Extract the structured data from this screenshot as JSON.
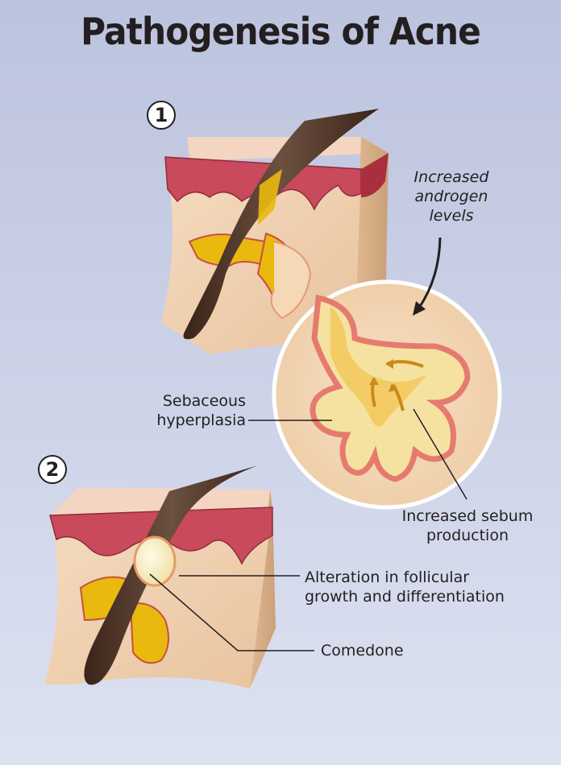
{
  "title": "Pathogenesis of Acne",
  "steps": [
    {
      "number": "1"
    },
    {
      "number": "2"
    }
  ],
  "labels": {
    "androgen": [
      "Increased",
      "androgen",
      "levels"
    ],
    "hyperplasia": [
      "Sebaceous",
      "hyperplasia"
    ],
    "sebum": [
      "Increased sebum",
      "production"
    ],
    "alteration": [
      "Alteration in follicular",
      "growth and differentiation"
    ],
    "comedone": "Comedone"
  },
  "colors": {
    "background": "#c9cfe5",
    "skin": "#f1d2b3",
    "epidermis": "#c94a5c",
    "sebum": "#e9b90f",
    "hair": "#4a3428",
    "text": "#231f20"
  }
}
